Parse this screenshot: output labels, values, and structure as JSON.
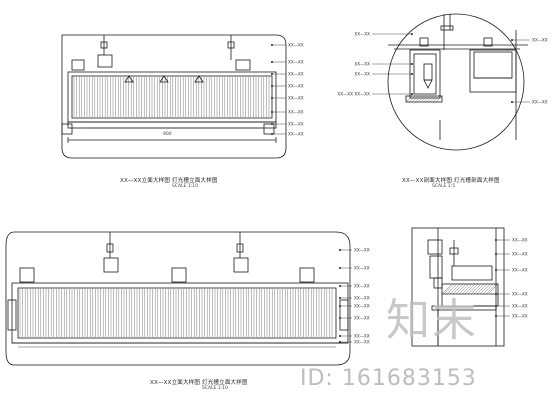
{
  "drawings": {
    "top_left": {
      "caption": "XX—XX立面大样图 灯光槽立面大样图",
      "scale": "SCALE 1:10",
      "dimension": "900"
    },
    "top_right": {
      "caption": "XX—XX剖面大样图 灯光槽剖面大样图",
      "scale": "SCALE 1:5"
    },
    "bottom_left": {
      "caption": "XX—XX立面大样图 灯光槽立面大样图",
      "scale": "SCALE 1:10"
    },
    "bottom_right": {
      "caption": "",
      "scale": ""
    }
  },
  "callouts": {
    "tl": [
      "XX—XX",
      "XX—XX",
      "XX—XX",
      "XX—XX",
      "XX—XX",
      "XX—XX",
      "XX—XX",
      "XX—XX"
    ],
    "tr_left": [
      "XX—XX",
      "XX—XX",
      "XX—XX",
      "XX—XX XX—XX"
    ],
    "tr_right": [
      "XX—XX",
      "XX—XX"
    ],
    "bl": [
      "XX—XX",
      "XX—XX",
      "XX—XX",
      "XX—XX",
      "XX—XX",
      "XX—XX",
      "XX—XX",
      "XX—XX"
    ],
    "br": [
      "XX—XX",
      "XX—XX",
      "XX—XX",
      "XX—XX",
      "XX—XX",
      "XX—XX"
    ]
  },
  "watermark": {
    "brand": "知末",
    "id": "ID: 161683153"
  },
  "colors": {
    "line": "#1a1a1a",
    "hatch": "#555555",
    "watermark": "#c8c8c8"
  }
}
